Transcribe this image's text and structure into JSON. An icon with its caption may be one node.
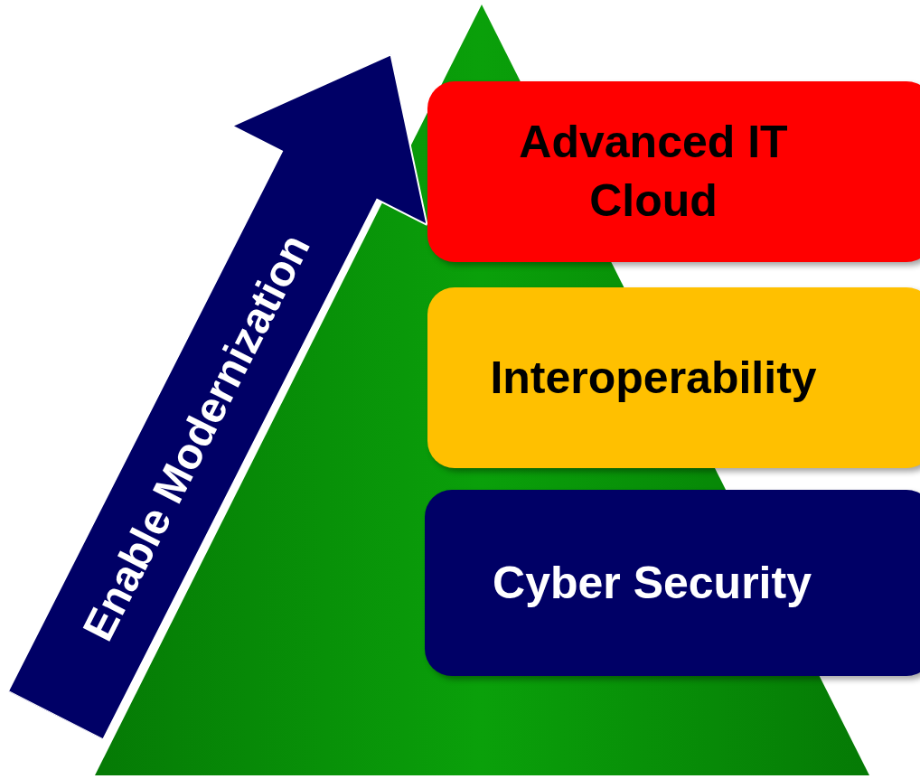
{
  "diagram": {
    "nodes": [
      {
        "text": [
          "Enable Modernization"
        ]
      },
      {
        "text": [
          "Advanced IT Cloud"
        ]
      },
      {
        "text": [
          "Interoperability"
        ]
      },
      {
        "text": [
          "Cyber Security"
        ]
      }
    ]
  }
}
